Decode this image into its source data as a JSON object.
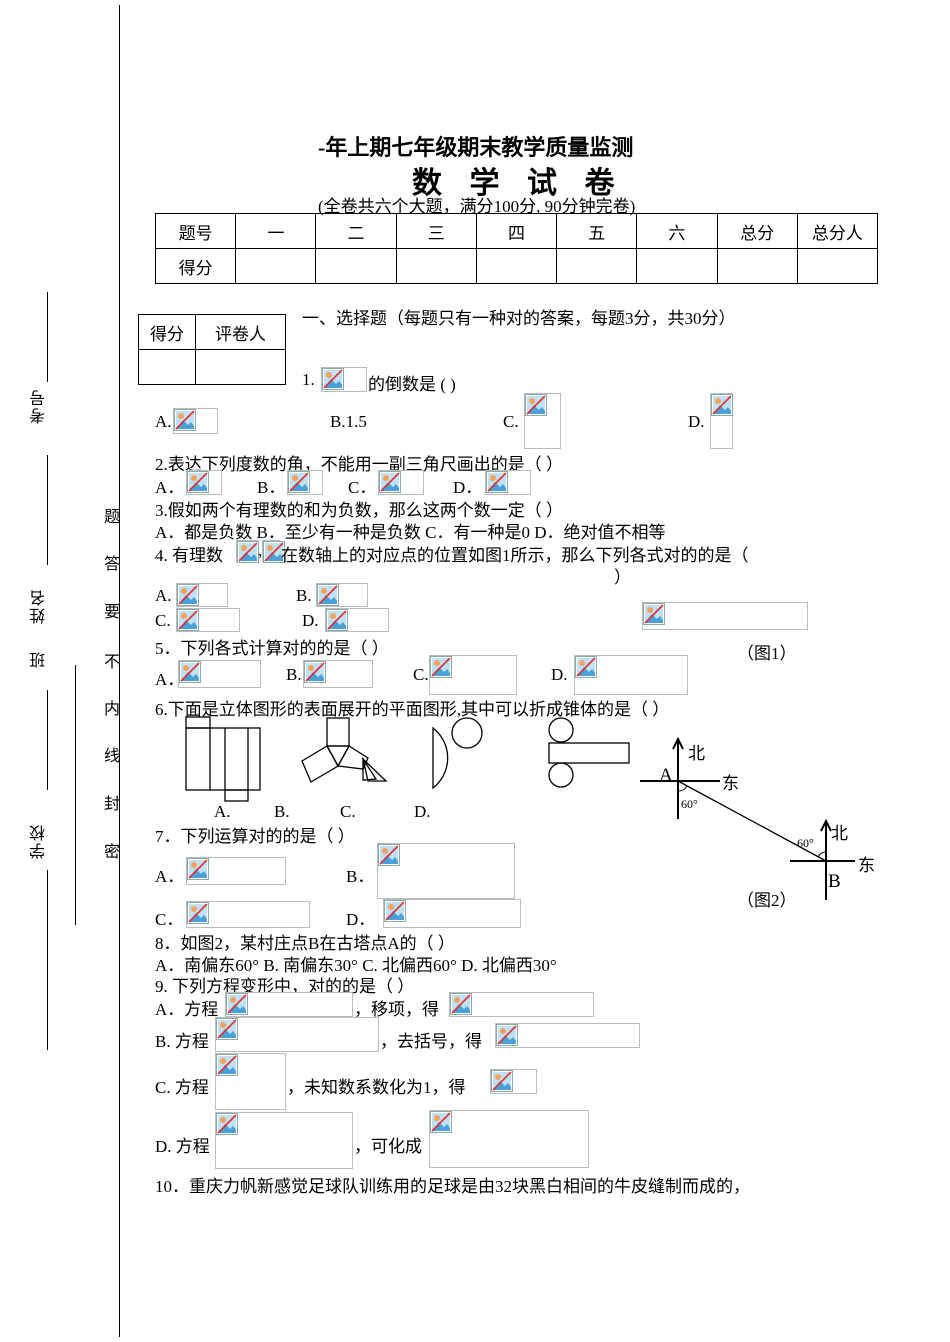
{
  "header": {
    "title_line1": "-年上期七年级期末教学质量监测",
    "title_line2": "数 学 试 卷",
    "subtitle": "(全卷共六个大题，满分100分, 90分钟完卷)"
  },
  "score_table": {
    "row1": [
      "题号",
      "一",
      "二",
      "三",
      "四",
      "五",
      "六",
      "总分",
      "总分人"
    ],
    "row2_label": "得分"
  },
  "small_table": {
    "h1": "得分",
    "h2": "评卷人"
  },
  "margin": {
    "kaohao": "考号",
    "xingming": "姓名",
    "ban": "班",
    "xuexiao": "学校",
    "seal": [
      "密",
      "封",
      "线",
      "内",
      "不",
      "要",
      "答",
      "题"
    ]
  },
  "section1": "一、选择题（每题只有一种对的答案，每题3分，共30分）",
  "q1": {
    "pre": "1.",
    "post": "的倒数是 (    )",
    "a": "A.",
    "b": "B.1.5",
    "c": "C.",
    "d": "D."
  },
  "q2": {
    "stem": "2.表达下列度数的角，不能用一副三角尺画出的是（    ）",
    "a": "A．",
    "b": "B．",
    "c": "C．",
    "d": "D．"
  },
  "q3": {
    "stem": "3.假如两个有理数的和为负数，那么这两个数一定（    ）",
    "opts": "A．都是负数  B．至少有一种是负数   C．有一种是0    D．绝对值不相等"
  },
  "q4": {
    "pre": "4. 有理数",
    "mid": ",",
    "post": "在数轴上的对应点的位置如图1所示，那么下列各式对的的是（",
    "close": "）",
    "a": "A.",
    "b": "B.",
    "c": "C.",
    "d": "D."
  },
  "q5": {
    "stem": "5．下列各式计算对的的是（      ）",
    "a": "A．",
    "b": "B.",
    "c": "C.",
    "d": "D.",
    "fig": "（图1）"
  },
  "q6": {
    "stem": "6.下面是立体图形的表面展开的平面图形,其中可以折成锥体的是（    ）",
    "a": "A.",
    "b": "B.",
    "c": "C.",
    "d": "D."
  },
  "compass": {
    "north": "北",
    "east": "东",
    "pointA": "A",
    "pointB": "B",
    "angle": "60°",
    "fig": "（图2）"
  },
  "q7": {
    "stem": "7．下列运算对的的是（             ）",
    "a": "A．",
    "b": "B．",
    "c": "C．",
    "d": "D．"
  },
  "q8": {
    "stem": "8．如图2，某村庄点B在古塔点A的（      ）",
    "opts": "A．南偏东60°      B. 南偏东30°    C. 北偏西60°       D. 北偏西30°"
  },
  "q9": {
    "stem": "9. 下列方程变形中，对的的是（        ）",
    "a_pre": "A．方程",
    "a_mid": "，移项，得",
    "b_pre": "B. 方程",
    "b_mid": "，去括号，得",
    "c_pre": "C. 方程",
    "c_mid": "，未知数系数化为1，得",
    "d_pre": "D. 方程",
    "d_mid": "，可化成"
  },
  "q10": "10．重庆力帆新感觉足球队训练用的足球是由32块黑白相间的牛皮缝制而成的，"
}
